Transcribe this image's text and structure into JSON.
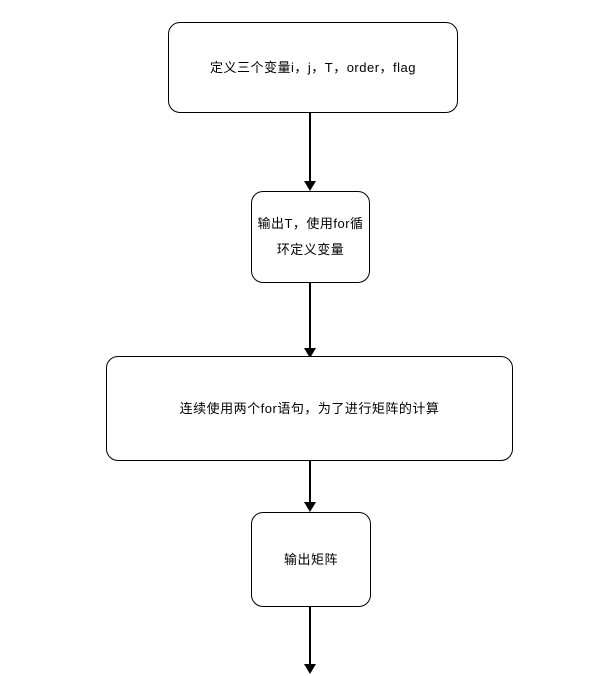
{
  "diagram": {
    "type": "flowchart",
    "orientation": "top-to-bottom",
    "colors": {
      "background": "#ffffff",
      "node_fill": "#ffffff",
      "node_border": "#000000",
      "text": "#000000",
      "arrow": "#000000"
    },
    "nodes": [
      {
        "id": "define-variables",
        "shape": "rounded-rectangle",
        "label": "定义三个变量i，j，T，order，flag"
      },
      {
        "id": "output-t-for-loop",
        "shape": "rounded-rectangle",
        "label": "输出T，使用for循环定义变量"
      },
      {
        "id": "double-for-matrix",
        "shape": "rounded-rectangle",
        "label": "连续使用两个for语句，为了进行矩阵的计算"
      },
      {
        "id": "output-matrix",
        "shape": "rounded-rectangle",
        "label": "输出矩阵"
      }
    ],
    "edges": [
      {
        "from": "define-variables",
        "to": "output-t-for-loop",
        "style": "arrow-down"
      },
      {
        "from": "output-t-for-loop",
        "to": "double-for-matrix",
        "style": "arrow-down"
      },
      {
        "from": "double-for-matrix",
        "to": "output-matrix",
        "style": "arrow-down"
      },
      {
        "from": "output-matrix",
        "to": "exit-bottom",
        "style": "arrow-down"
      }
    ]
  }
}
